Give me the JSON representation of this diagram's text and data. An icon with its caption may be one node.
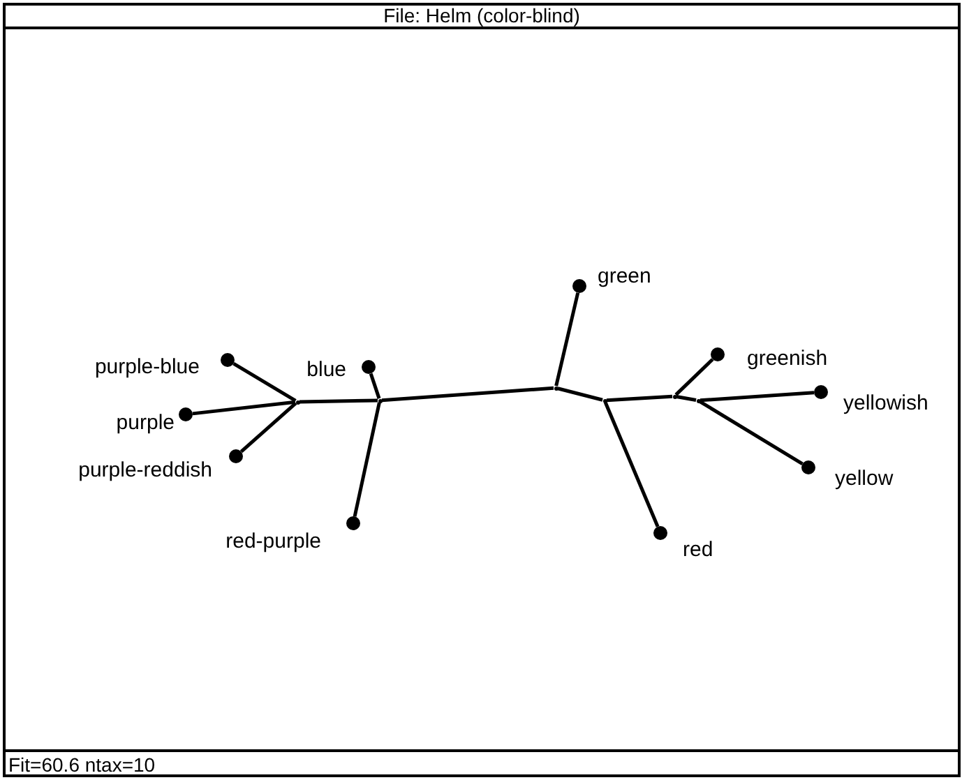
{
  "diagram": {
    "title": "File: Helm (color-blind)",
    "nodes": [
      {
        "text": [],
        "shape": "circle",
        "beside": [
          "green"
        ]
      },
      {
        "text": [],
        "shape": "circle",
        "beside": [
          "purple-blue"
        ]
      },
      {
        "text": [],
        "shape": "circle",
        "beside": [
          "blue"
        ]
      },
      {
        "text": [],
        "shape": "circle",
        "beside": [
          "greenish"
        ]
      },
      {
        "text": [],
        "shape": "circle",
        "beside": [
          "purple"
        ]
      },
      {
        "text": [],
        "shape": "circle",
        "beside": [
          "yellowish"
        ]
      },
      {
        "text": [],
        "shape": "circle",
        "beside": [
          "purple-reddish"
        ]
      },
      {
        "text": [],
        "shape": "circle",
        "beside": [
          "yellow"
        ]
      },
      {
        "text": [],
        "shape": "circle",
        "beside": [
          "red-purple"
        ]
      },
      {
        "text": [],
        "shape": "circle",
        "beside": [
          "red"
        ]
      },
      {
        "text": [],
        "shape": "point"
      },
      {
        "text": [],
        "shape": "point"
      },
      {
        "text": [],
        "shape": "point"
      },
      {
        "text": [],
        "shape": "point"
      },
      {
        "text": [],
        "shape": "point"
      },
      {
        "text": [],
        "shape": "point"
      }
    ],
    "edges": [
      {
        "from": 10,
        "to": 1,
        "arrow": "none"
      },
      {
        "from": 10,
        "to": 4,
        "arrow": "none"
      },
      {
        "from": 10,
        "to": 6,
        "arrow": "none"
      },
      {
        "from": 10,
        "to": 11,
        "arrow": "none"
      },
      {
        "from": 11,
        "to": 2,
        "arrow": "none"
      },
      {
        "from": 11,
        "to": 8,
        "arrow": "none"
      },
      {
        "from": 11,
        "to": 12,
        "arrow": "none"
      },
      {
        "from": 12,
        "to": 0,
        "arrow": "none"
      },
      {
        "from": 12,
        "to": 13,
        "arrow": "none"
      },
      {
        "from": 13,
        "to": 9,
        "arrow": "none"
      },
      {
        "from": 13,
        "to": 14,
        "arrow": "none"
      },
      {
        "from": 14,
        "to": 3,
        "arrow": "none"
      },
      {
        "from": 14,
        "to": 15,
        "arrow": "none"
      },
      {
        "from": 15,
        "to": 5,
        "arrow": "none"
      },
      {
        "from": 15,
        "to": 7,
        "arrow": "none"
      }
    ],
    "labels": [
      "Fit=60.6 ntax=10"
    ]
  }
}
